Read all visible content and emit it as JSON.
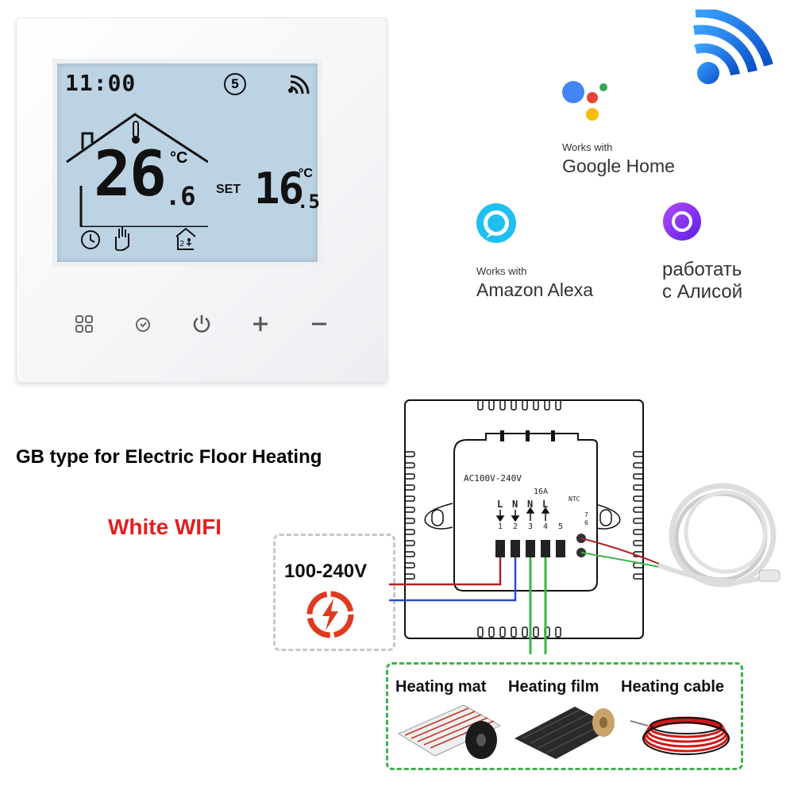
{
  "thermostat": {
    "time": "11:00",
    "program_number": "5",
    "room_temp_main": "26",
    "room_temp_decimal": ".6",
    "unit": "°C",
    "set_label": "SET",
    "set_temp_main": "16",
    "set_temp_decimal": ".5"
  },
  "voice": {
    "google": {
      "small": "Works with",
      "big": "Google Home"
    },
    "alexa": {
      "small": "Works with",
      "big": "Amazon Alexa"
    },
    "alice": {
      "line1": "работать",
      "line2": "с Алисой"
    }
  },
  "headings": {
    "gb_type": "GB type for Electric Floor Heating",
    "white_wifi": "White WIFI"
  },
  "power": {
    "voltage": "100-240V"
  },
  "wiring": {
    "rating": "AC100V-240V",
    "current": "16A",
    "ntc": "NTC",
    "terminals": [
      {
        "label": "L",
        "num": "1"
      },
      {
        "label": "N",
        "num": "2"
      },
      {
        "label": "N",
        "num": "3"
      },
      {
        "label": "L",
        "num": "4"
      },
      {
        "label": "",
        "num": "5"
      }
    ],
    "ntc_pins": [
      "7",
      "6"
    ]
  },
  "loads": [
    "Heating mat",
    "Heating film",
    "Heating  cable"
  ],
  "colors": {
    "accent_red": "#e02020",
    "wire_red": "#b22222",
    "wire_blue": "#2b4fc7",
    "wire_green": "#3cb44b",
    "dash_grey": "#c8c8c8",
    "dash_green": "#3cb44b"
  }
}
